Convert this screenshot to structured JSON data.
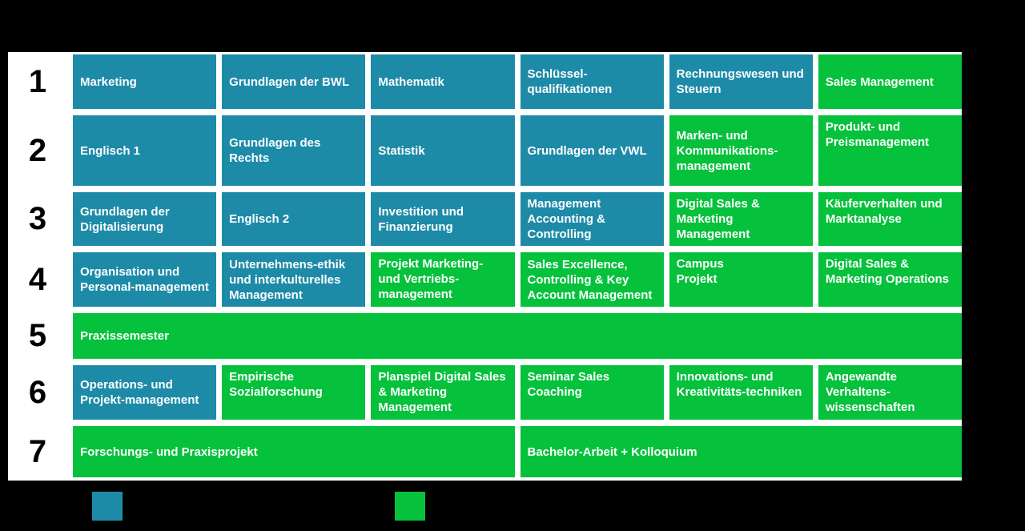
{
  "palette": {
    "background": "#000000",
    "board_bg": "#ffffff",
    "teal": "#1d8ba8",
    "green": "#06c13c",
    "cell_text": "#ffffff",
    "semester_number_color": "#000000"
  },
  "grid": {
    "columns": 6,
    "rows": [
      {
        "number": "1",
        "cells": [
          {
            "label": "Marketing",
            "color": "teal",
            "span": 1,
            "valign": "center"
          },
          {
            "label": "Grundlagen der BWL",
            "color": "teal",
            "span": 1,
            "valign": "center"
          },
          {
            "label": "Mathematik",
            "color": "teal",
            "span": 1,
            "valign": "center"
          },
          {
            "label": "Schlüssel-\nqualifikationen",
            "color": "teal",
            "span": 1,
            "valign": "center"
          },
          {
            "label": "Rechnungswesen und\nSteuern",
            "color": "teal",
            "span": 1,
            "valign": "center"
          },
          {
            "label": "Sales Management",
            "color": "green",
            "span": 1,
            "valign": "center"
          }
        ]
      },
      {
        "number": "2",
        "cells": [
          {
            "label": "Englisch 1",
            "color": "teal",
            "span": 1,
            "valign": "center"
          },
          {
            "label": "Grundlagen des\nRechts",
            "color": "teal",
            "span": 1,
            "valign": "center"
          },
          {
            "label": "Statistik",
            "color": "teal",
            "span": 1,
            "valign": "center"
          },
          {
            "label": "Grundlagen der VWL",
            "color": "teal",
            "span": 1,
            "valign": "center"
          },
          {
            "label": "Marken- und\nKommunikations-\nmanagement",
            "color": "green",
            "span": 1,
            "valign": "center"
          },
          {
            "label": "Produkt- und\nPreismanagement",
            "color": "green",
            "span": 1,
            "valign": "top"
          }
        ]
      },
      {
        "number": "3",
        "cells": [
          {
            "label": "Grundlagen der\nDigitalisierung",
            "color": "teal",
            "span": 1,
            "valign": "center"
          },
          {
            "label": "Englisch 2",
            "color": "teal",
            "span": 1,
            "valign": "center"
          },
          {
            "label": "Investition und\nFinanzierung",
            "color": "teal",
            "span": 1,
            "valign": "center"
          },
          {
            "label": "Management\nAccounting &\nControlling",
            "color": "teal",
            "span": 1,
            "valign": "center"
          },
          {
            "label": "Digital Sales &\nMarketing\nManagement",
            "color": "green",
            "span": 1,
            "valign": "center"
          },
          {
            "label": "Käuferverhalten und\nMarktanalyse",
            "color": "green",
            "span": 1,
            "valign": "top"
          }
        ]
      },
      {
        "number": "4",
        "cells": [
          {
            "label": "Organisation und\nPersonal-management",
            "color": "teal",
            "span": 1,
            "valign": "center"
          },
          {
            "label": "Unternehmens-ethik\nund interkulturelles\nManagement",
            "color": "teal",
            "span": 1,
            "valign": "center"
          },
          {
            "label": "Projekt Marketing-\nund Vertriebs-\nmanagement",
            "color": "green",
            "span": 1,
            "valign": "top"
          },
          {
            "label": "Sales Excellence,\nControlling & Key\nAccount Management",
            "color": "green",
            "span": 1,
            "valign": "center"
          },
          {
            "label": "Campus\nProjekt",
            "color": "green",
            "span": 1,
            "valign": "top"
          },
          {
            "label": "Digital Sales &\nMarketing Operations",
            "color": "green",
            "span": 1,
            "valign": "top"
          }
        ]
      },
      {
        "number": "5",
        "cells": [
          {
            "label": "Praxissemester",
            "color": "green",
            "span": 6,
            "valign": "center"
          }
        ]
      },
      {
        "number": "6",
        "cells": [
          {
            "label": "Operations- und\nProjekt-management",
            "color": "teal",
            "span": 1,
            "valign": "center"
          },
          {
            "label": "Empirische\nSozialforschung",
            "color": "green",
            "span": 1,
            "valign": "top"
          },
          {
            "label": "Planspiel Digital Sales\n& Marketing\nManagement",
            "color": "green",
            "span": 1,
            "valign": "top"
          },
          {
            "label": "Seminar Sales\nCoaching",
            "color": "green",
            "span": 1,
            "valign": "top"
          },
          {
            "label": "Innovations- und\nKreativitäts-techniken",
            "color": "green",
            "span": 1,
            "valign": "top"
          },
          {
            "label": "Angewandte\nVerhaltens-\nwissenschaften",
            "color": "green",
            "span": 1,
            "valign": "top"
          }
        ]
      },
      {
        "number": "7",
        "cells": [
          {
            "label": "Forschungs- und Praxisprojekt",
            "color": "green",
            "span": 3,
            "valign": "center"
          },
          {
            "label": "Bachelor-Arbeit + Kolloquium",
            "color": "green",
            "span": 3,
            "valign": "center"
          }
        ]
      }
    ]
  },
  "legend": {
    "swatches": [
      {
        "name": "teal-swatch",
        "color_ref": "teal"
      },
      {
        "name": "green-swatch",
        "color_ref": "green"
      }
    ]
  }
}
